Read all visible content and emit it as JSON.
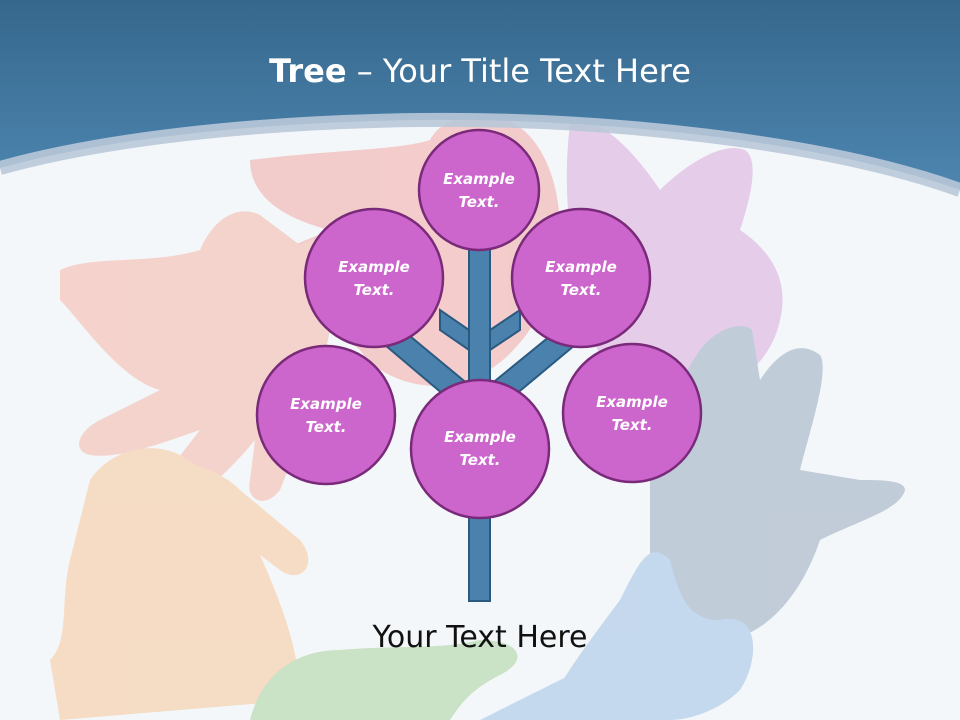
{
  "title": {
    "bold": "Tree",
    "dash": " – ",
    "rest": "Your Title Text Here"
  },
  "caption": "Your Text Here",
  "nodes": [
    {
      "id": "top",
      "line1": "Example",
      "line2": "Text."
    },
    {
      "id": "mid-left",
      "line1": "Example",
      "line2": "Text."
    },
    {
      "id": "mid-right",
      "line1": "Example",
      "line2": "Text."
    },
    {
      "id": "low-left",
      "line1": "Example",
      "line2": "Text."
    },
    {
      "id": "center",
      "line1": "Example",
      "line2": "Text."
    },
    {
      "id": "low-right",
      "line1": "Example",
      "line2": "Text."
    }
  ],
  "colors": {
    "header": "#3f7ea6",
    "node_fill": "#cc66cc",
    "node_stroke": "#7a2a7a",
    "trunk": "#4a82ad",
    "trunk_stroke": "#2b5a80"
  }
}
